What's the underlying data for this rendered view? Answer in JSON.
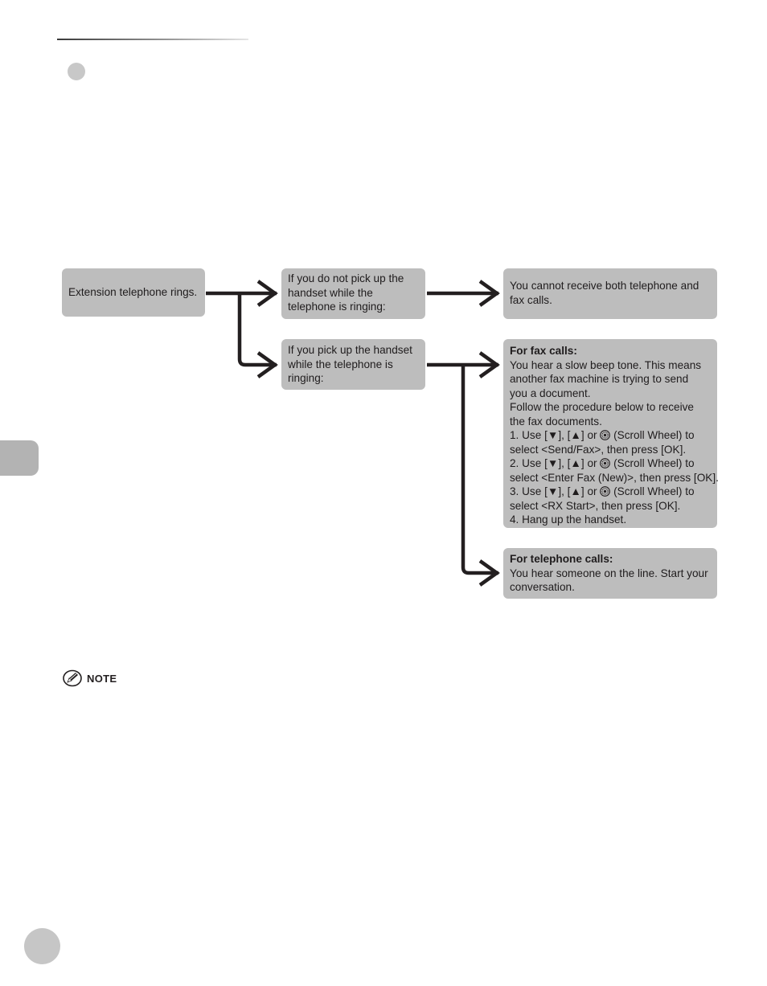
{
  "note": {
    "label": "NOTE",
    "icon": "pencil-note-icon"
  },
  "flow": {
    "start": "Extension telephone rings.",
    "no_pickup": [
      "If you do not pick up the",
      "handset while the",
      "telephone is ringing:"
    ],
    "cannot_receive": [
      "You cannot receive both telephone and",
      "fax calls."
    ],
    "pickup": [
      "If you pick up the handset",
      "while the telephone is",
      "ringing:"
    ],
    "fax": {
      "heading": "For fax calls:",
      "lines": [
        "You hear a slow beep tone. This means",
        "another fax machine is trying to send",
        "you a document.",
        "Follow the procedure below to receive",
        "the fax documents."
      ],
      "step1": {
        "prefix": "1. Use [",
        "down": "▼",
        "mid1": "], [",
        "up": "▲",
        "mid2": "] or ",
        "wheel": "(Scroll Wheel) to",
        "line2": "select <Send/Fax>, then press [OK]."
      },
      "step2": {
        "prefix": "2. Use [",
        "down": "▼",
        "mid1": "], [",
        "up": "▲",
        "mid2": "] or ",
        "wheel": "(Scroll Wheel) to",
        "line2": "select <Enter Fax (New)>, then press [OK]."
      },
      "step3": {
        "prefix": "3. Use [",
        "down": "▼",
        "mid1": "], [",
        "up": "▲",
        "mid2": "] or ",
        "wheel": "(Scroll Wheel) to",
        "line2": "select <RX Start>, then press [OK]."
      },
      "step4": "4. Hang up the handset."
    },
    "telephone": {
      "heading": "For telephone calls:",
      "lines": [
        "You hear someone on the line. Start your",
        "conversation."
      ]
    }
  }
}
